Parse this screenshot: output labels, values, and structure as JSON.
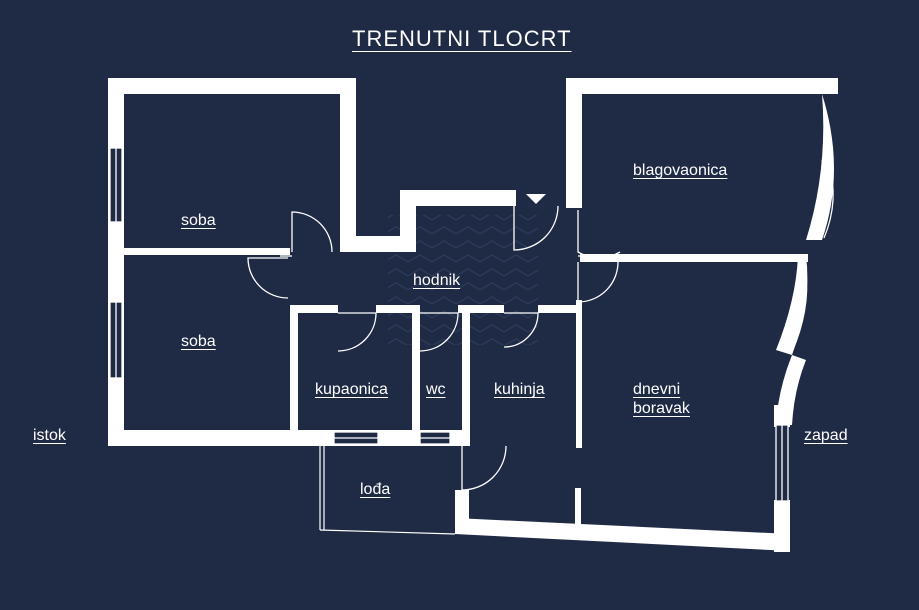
{
  "title": "TRENUTNI TLOCRT",
  "rooms": {
    "soba_top": "soba",
    "soba_bottom": "soba",
    "hodnik": "hodnik",
    "blagovaonica": "blagovaonica",
    "kupaonica": "kupaonica",
    "wc": "wc",
    "kuhinja": "kuhinja",
    "dnevni_line1": "dnevni",
    "dnevni_line2": "boravak",
    "loda": "lođa"
  },
  "orientation": {
    "east": "istok",
    "west": "zapad"
  },
  "colors": {
    "background": "#1f2a44",
    "walls": "#ffffff"
  }
}
